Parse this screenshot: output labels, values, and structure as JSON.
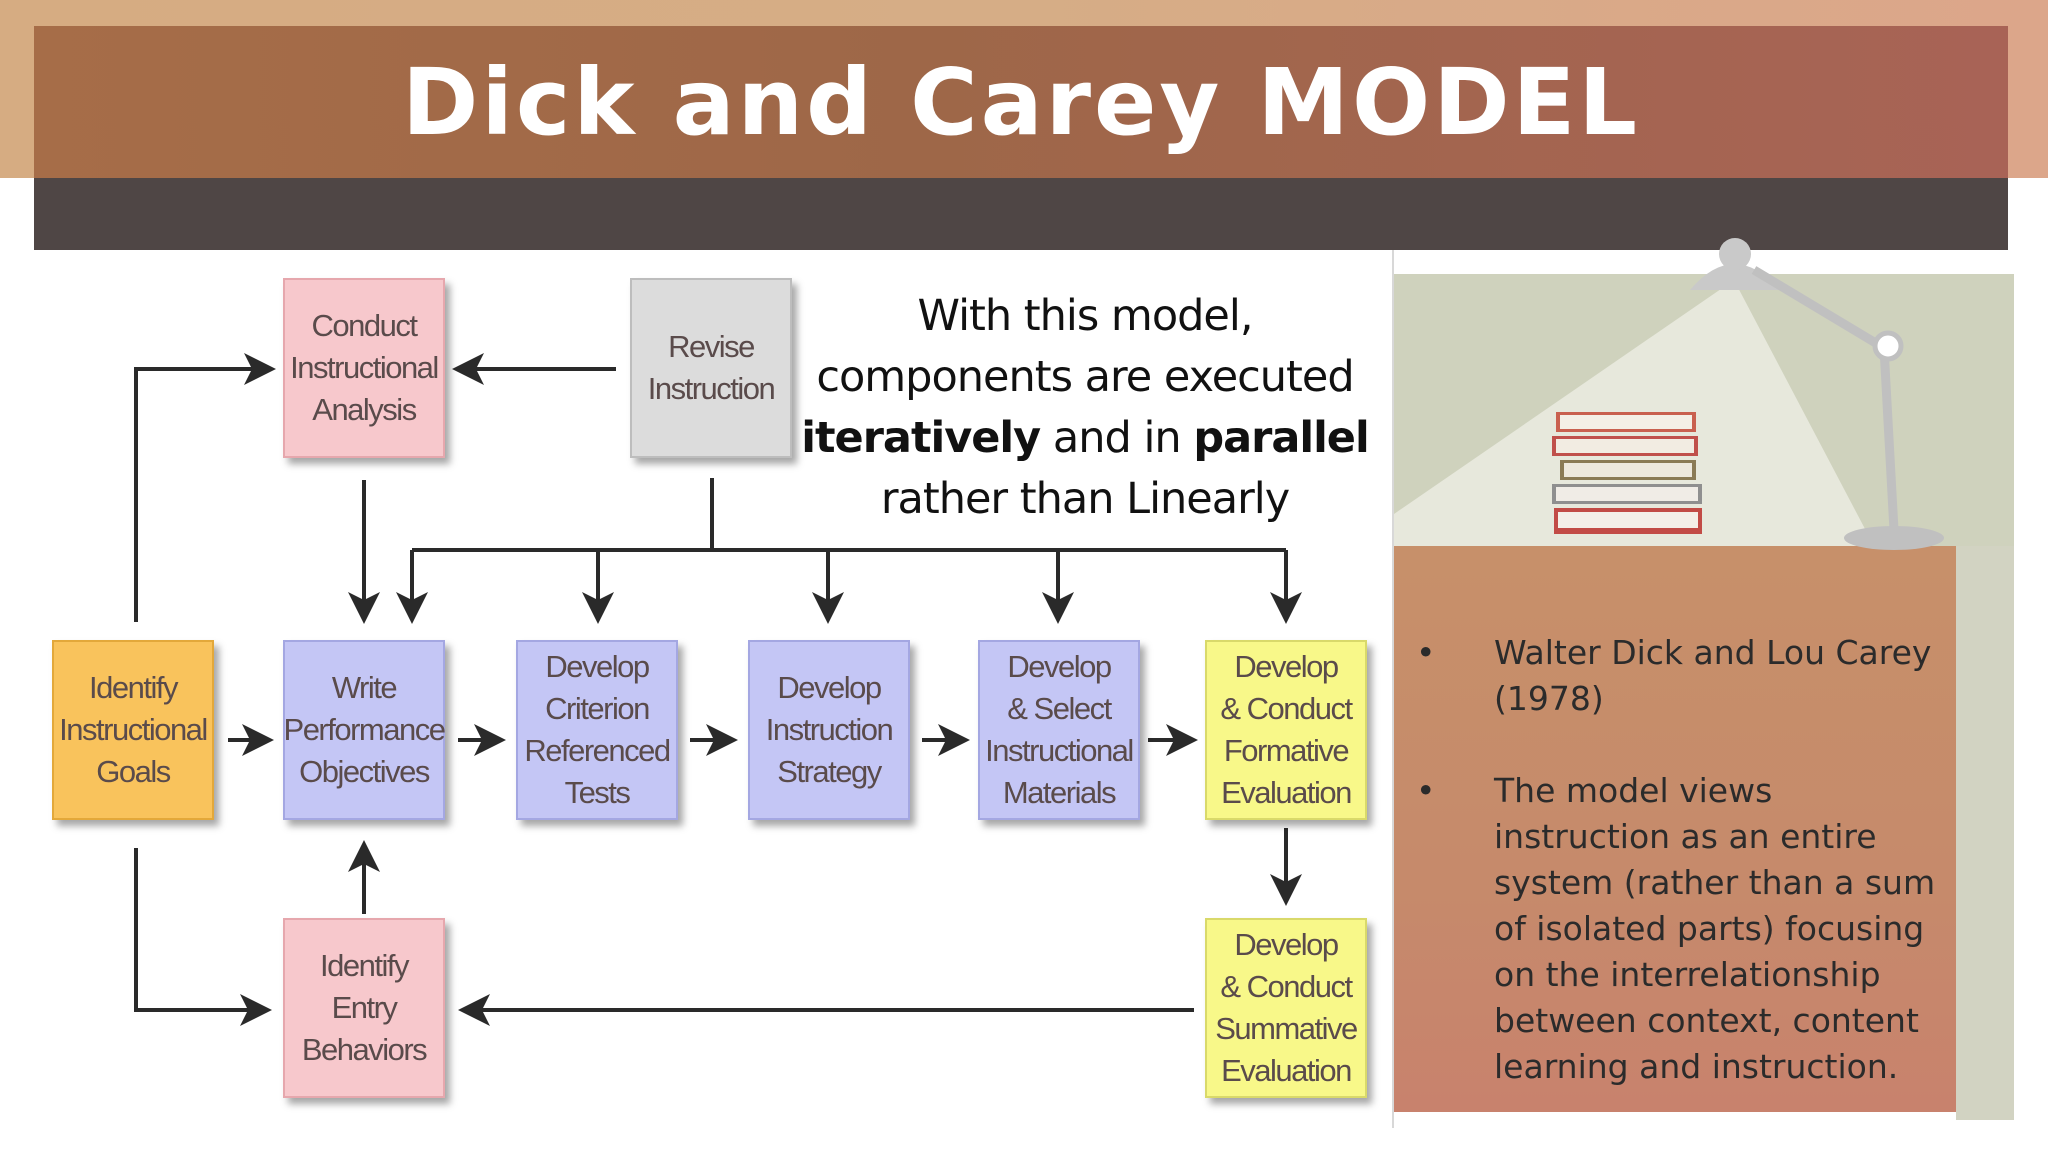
{
  "slide": {
    "title": "Dick and Carey MODEL"
  },
  "diagram": {
    "boxes": {
      "conduct_analysis": "Conduct\nInstructional\nAnalysis",
      "revise_instruction": "Revise\nInstruction",
      "identify_goals": "Identify\nInstructional\nGoals",
      "write_objectives": "Write\nPerformance\nObjectives",
      "develop_tests": "Develop\nCriterion\nReferenced\nTests",
      "develop_strategy": "Develop\nInstruction\nStrategy",
      "develop_materials": "Develop\n& Select\nInstructional\nMaterials",
      "formative_evaluation": "Develop\n& Conduct\nFormative\nEvaluation",
      "identify_entry": "Identify\nEntry\nBehaviors",
      "summative_evaluation": "Develop\n& Conduct\nSummative\nEvaluation"
    },
    "callout": {
      "line1": "With this model,",
      "line2": "components are executed",
      "bold1": "iteratively",
      "mid": " and in ",
      "bold2": "parallel",
      "line4": "rather than Linearly"
    }
  },
  "sidebar": {
    "bullet_symbol": "•",
    "bullets": [
      "Walter Dick and Lou Carey (1978)",
      "The model views instruction as an entire system (rather  than a sum of  isolated parts) focusing on the interrelationship between context, content learning and instruction."
    ]
  },
  "colors": {
    "title_bar": "#a66d48",
    "dark_bar": "#4f4645",
    "pink_box": "#f7c8cc",
    "blue_box": "#c4c6f5",
    "yellow_box": "#f8f889",
    "orange_box": "#f9c35c",
    "gray_box": "#dcdcdc",
    "panel": "#c7906a"
  }
}
